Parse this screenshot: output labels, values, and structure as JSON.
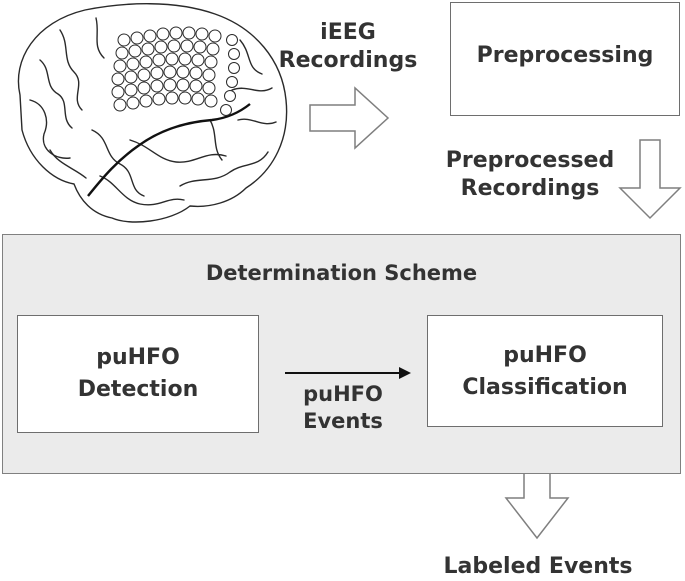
{
  "labels": {
    "ieeg_line1": "iEEG",
    "ieeg_line2": "Recordings",
    "preprocessed_line1": "Preprocessed",
    "preprocessed_line2": "Recordings",
    "labeled_events": "Labeled Events",
    "puhfo_events_line1": "puHFO",
    "puhfo_events_line2": "Events"
  },
  "boxes": {
    "preprocessing": "Preprocessing",
    "detection_line1": "puHFO",
    "detection_line2": "Detection",
    "classification_line1": "puHFO",
    "classification_line2": "Classification"
  },
  "scheme": {
    "title": "Determination Scheme"
  },
  "colors": {
    "text": "#333333",
    "box_border": "#6e6e6e",
    "scheme_fill": "#ebebeb",
    "arrow_outline": "#7f7f7f"
  }
}
